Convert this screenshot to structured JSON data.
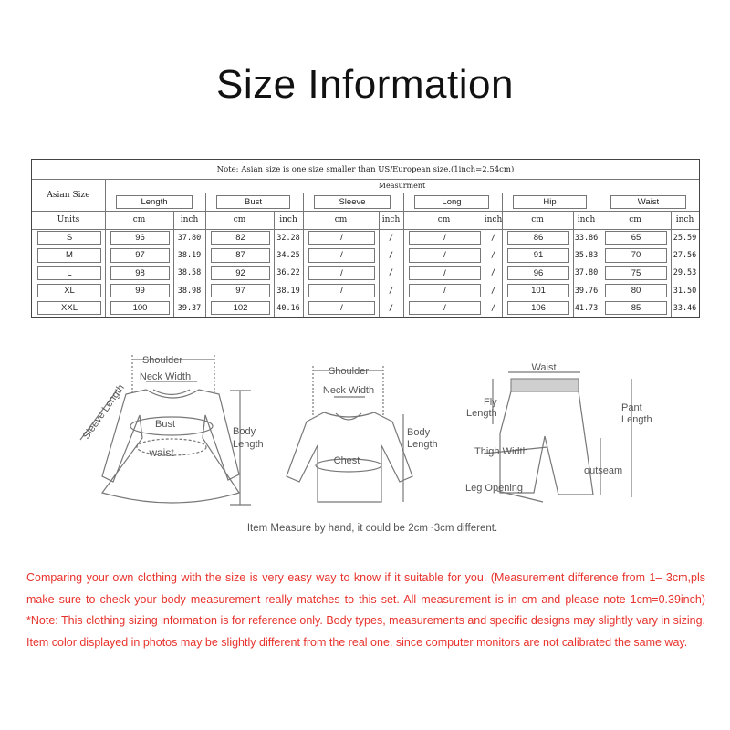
{
  "title": "Size Information",
  "table": {
    "note": "Note: Asian size is one size smaller than US/European size.(1inch=2.54cm)",
    "corner_label": "Asian Size",
    "measurement_label": "Measurment",
    "units_label": "Units",
    "columns": [
      "Length",
      "Bust",
      "Sleeve",
      "Long",
      "Hip",
      "Waist"
    ],
    "unit_cm": "cm",
    "unit_inch": "inch",
    "rows": [
      {
        "size": "S",
        "cells": [
          [
            "96",
            "37.80"
          ],
          [
            "82",
            "32.28"
          ],
          [
            "/",
            "/"
          ],
          [
            "/",
            "/"
          ],
          [
            "86",
            "33.86"
          ],
          [
            "65",
            "25.59"
          ]
        ]
      },
      {
        "size": "M",
        "cells": [
          [
            "97",
            "38.19"
          ],
          [
            "87",
            "34.25"
          ],
          [
            "/",
            "/"
          ],
          [
            "/",
            "/"
          ],
          [
            "91",
            "35.83"
          ],
          [
            "70",
            "27.56"
          ]
        ]
      },
      {
        "size": "L",
        "cells": [
          [
            "98",
            "38.58"
          ],
          [
            "92",
            "36.22"
          ],
          [
            "/",
            "/"
          ],
          [
            "/",
            "/"
          ],
          [
            "96",
            "37.80"
          ],
          [
            "75",
            "29.53"
          ]
        ]
      },
      {
        "size": "XL",
        "cells": [
          [
            "99",
            "38.98"
          ],
          [
            "97",
            "38.19"
          ],
          [
            "/",
            "/"
          ],
          [
            "/",
            "/"
          ],
          [
            "101",
            "39.76"
          ],
          [
            "80",
            "31.50"
          ]
        ]
      },
      {
        "size": "XXL",
        "cells": [
          [
            "100",
            "39.37"
          ],
          [
            "102",
            "40.16"
          ],
          [
            "/",
            "/"
          ],
          [
            "/",
            "/"
          ],
          [
            "106",
            "41.73"
          ],
          [
            "85",
            "33.46"
          ]
        ]
      }
    ]
  },
  "diagrams": {
    "dress": {
      "shoulder": "Shoulder",
      "neck_width": "Neck Width",
      "sleeve_length": "Sleeve Length",
      "bust": "Bust",
      "waist": "waist",
      "body_length_1": "Body",
      "body_length_2": "Length"
    },
    "shirt": {
      "shoulder": "Shoulder",
      "neck_width": "Neck Width",
      "chest": "Chest",
      "body_length_1": "Body",
      "body_length_2": "Length"
    },
    "pants": {
      "waist": "Waist",
      "fly_1": "Fly",
      "fly_2": "Length",
      "thigh": "Thigh Width",
      "leg_opening": "Leg Opening",
      "outseam": "outseam",
      "pant_1": "Pant",
      "pant_2": "Length"
    },
    "caption": "Item Measure by hand, it could be 2cm~3cm different."
  },
  "footer": "Comparing your own clothing with the size is very easy way to know if it suitable for you. (Measurement difference from 1– 3cm,pls make sure to check your body measurement really matches to this set. All measurement is in cm and please note 1cm=0.39inch) *Note: This clothing sizing information is for reference only. Body types, measurements and specific designs may slightly vary in sizing. Item color displayed in photos may be slightly different from the real one, since computer monitors are not calibrated the same way."
}
